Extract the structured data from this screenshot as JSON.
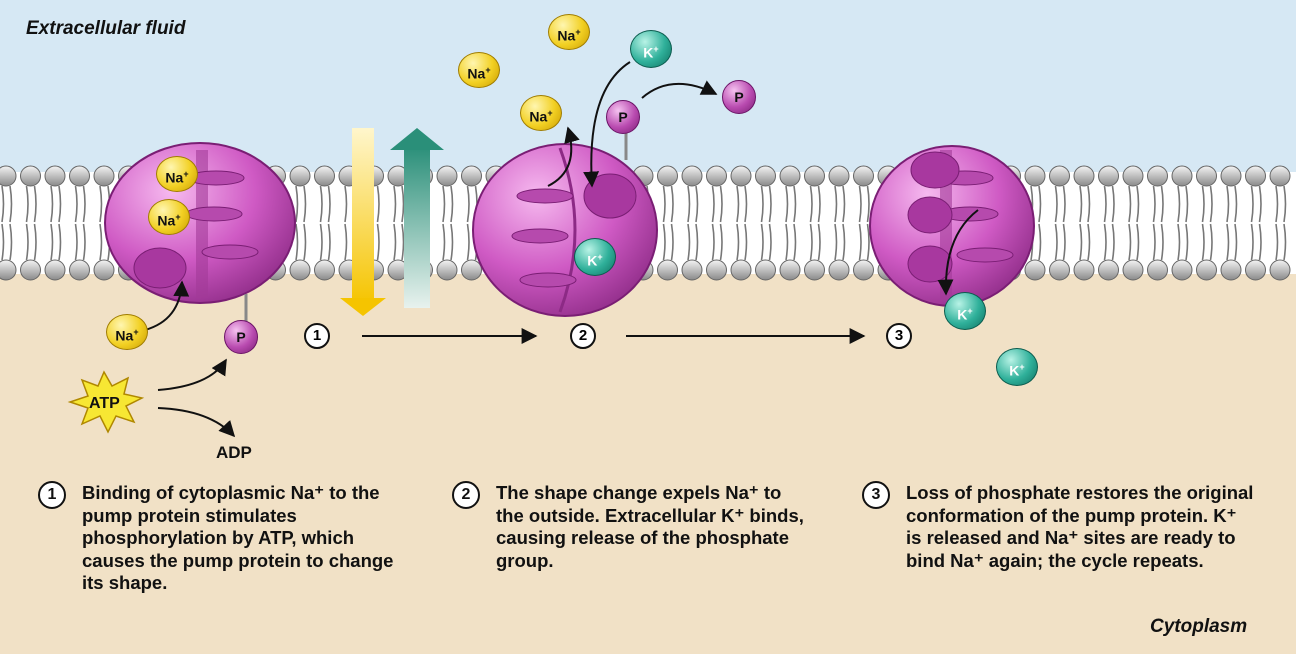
{
  "regions": {
    "top": "Extracellular fluid",
    "bottom": "Cytoplasm"
  },
  "step_markers": [
    "1",
    "2",
    "3"
  ],
  "ions": {
    "na": "Na",
    "k": "K",
    "charge": "+",
    "phosphate": "P"
  },
  "molecules": {
    "atp": "ATP",
    "adp": "ADP"
  },
  "steps": [
    {
      "num": "1",
      "text": "Binding of cytoplasmic Na⁺ to the pump protein stimulates phosphorylation by ATP, which causes the pump protein to change its shape."
    },
    {
      "num": "2",
      "text": "The shape change expels Na⁺ to the outside. Extracellular K⁺ binds, causing release of the phosphate group."
    },
    {
      "num": "3",
      "text": "Loss of phosphate restores the original conformation of the pump protein. K⁺ is released and Na⁺ sites are ready to bind Na⁺ again; the cycle repeats."
    }
  ],
  "colors": {
    "extracellular": "#d6e8f4",
    "cytoplasm": "#f1e1c6",
    "pump_protein": "#c24fb8",
    "sodium": "#f2d023",
    "potassium": "#2fb09a",
    "phosphate": "#b94bb0"
  }
}
